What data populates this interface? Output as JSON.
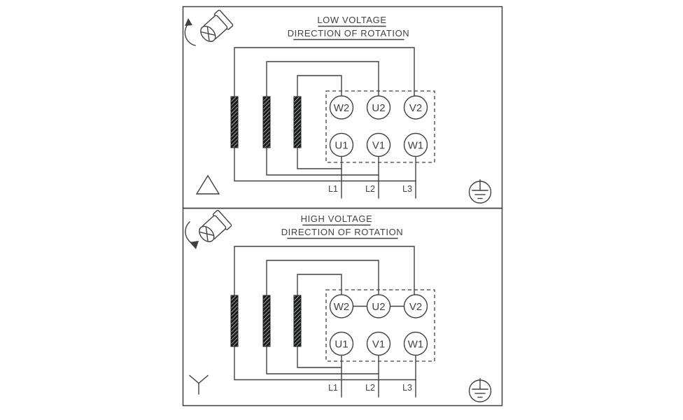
{
  "diagram": {
    "colors": {
      "line_color": "#3e4145",
      "bar_fill": "#1a1c1e",
      "background": "#ffffff"
    },
    "panels": [
      {
        "title": "LOW VOLTAGE",
        "subtitle": "DIRECTION OF ROTATION",
        "terminals_top": [
          "W2",
          "U2",
          "V2"
        ],
        "terminals_bottom": [
          "U1",
          "V1",
          "W1"
        ],
        "line_labels": [
          "L1",
          "L2",
          "L3"
        ],
        "winding_symbol": "delta"
      },
      {
        "title": "HIGH VOLTAGE",
        "subtitle": "DIRECTION OF ROTATION",
        "terminals_top": [
          "W2",
          "U2",
          "V2"
        ],
        "terminals_bottom": [
          "U1",
          "V1",
          "W1"
        ],
        "line_labels": [
          "L1",
          "L2",
          "L3"
        ],
        "winding_symbol": "wye"
      }
    ]
  }
}
